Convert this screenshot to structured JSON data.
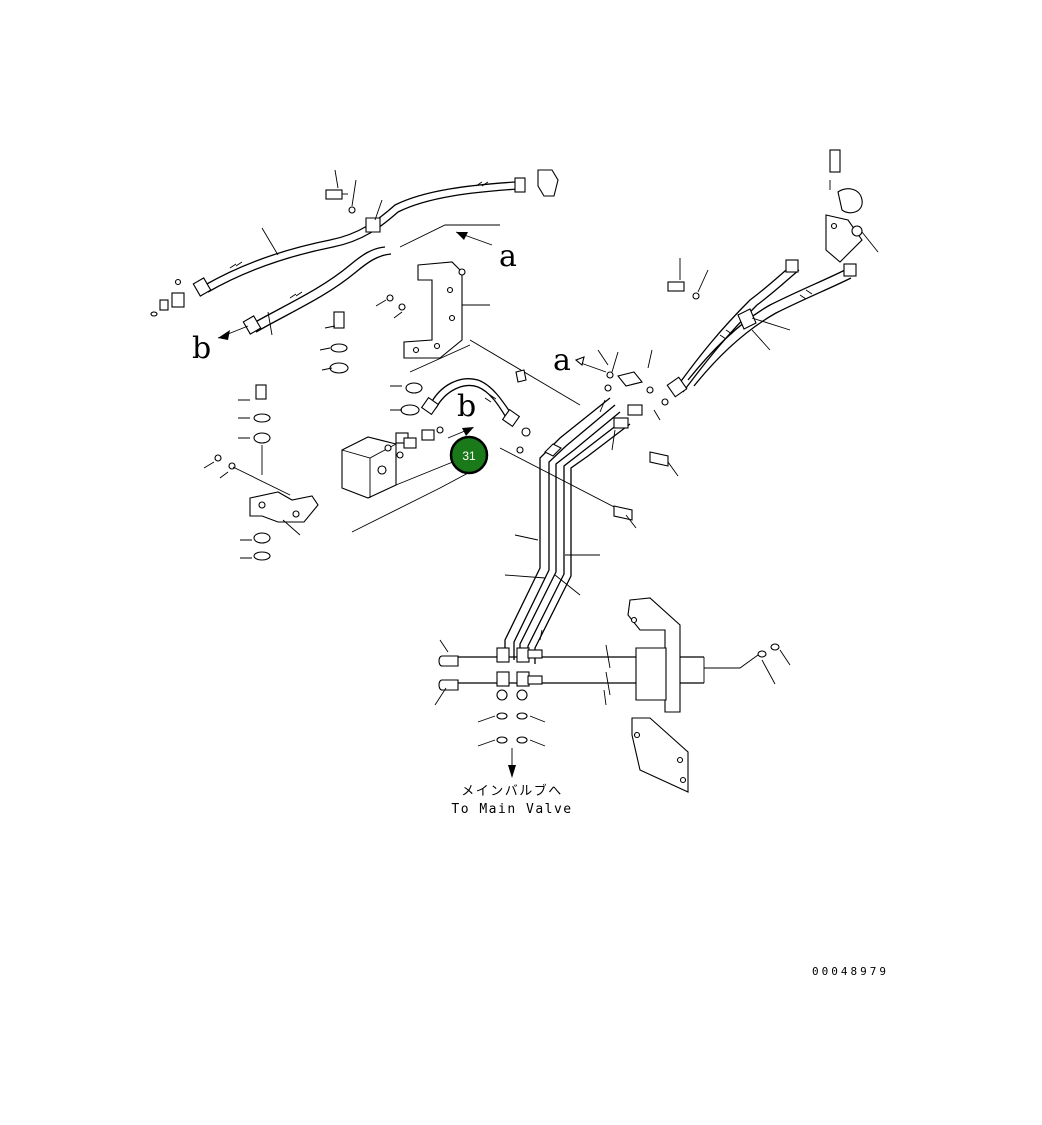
{
  "diagram": {
    "drawing_number": "00048979",
    "destination_label_jp": "メインバルブへ",
    "destination_label_en": "To Main Valve",
    "reference_letters": [
      "a",
      "b"
    ],
    "callout": {
      "number": "31",
      "color": "#1a7a1a",
      "border_color": "#000000"
    }
  }
}
